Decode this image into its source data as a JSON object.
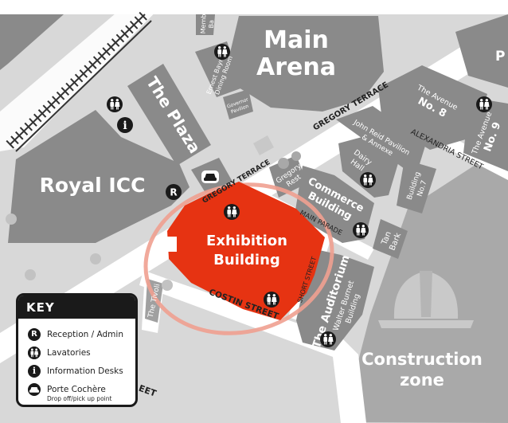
{
  "map": {
    "main_arena": [
      "Main",
      "Arena"
    ],
    "royal_icc": "Royal ICC",
    "the_plaza": "The Plaza",
    "exhibition_building": [
      "Exhibition",
      "Building"
    ],
    "the_auditorium": "The Auditorium",
    "walter_burnet": [
      "Walter Burnet",
      "Building"
    ],
    "commerce_building": [
      "Commerce",
      "Building"
    ],
    "gregory_rest": [
      "Gregory",
      "Rest"
    ],
    "dairy_hall": [
      "Dairy",
      "Hall"
    ],
    "tan_bark": [
      "Tan",
      "Bark"
    ],
    "building_no7": [
      "Building",
      "No.7"
    ],
    "avenue_no8": [
      "The Avenue",
      "No. 8"
    ],
    "avenue_no9": [
      "The Avenue",
      "No. 9"
    ],
    "john_reid": [
      "John Reid Pavilion",
      "& Annexe"
    ],
    "ernest_baynes": [
      "Ernest Baynes",
      "Dining Room"
    ],
    "governor_pavilion": [
      "Governor",
      "Pavilion"
    ],
    "members_bar": [
      "Memb",
      "Ba"
    ],
    "construction_zone": [
      "Construction",
      "zone"
    ],
    "the_tivoli": "The Tivoli",
    "gregory_terrace_top": "GREGORY TERRACE",
    "gregory_terrace_mid": "GREGORY TERRACE",
    "alexandria_street": "ALEXANDRIA STREET",
    "main_parade": "MAIN PARADE",
    "costin_street": "COSTIN STREET",
    "short_street": "SHORT STREET",
    "street_fragment": "EET",
    "p_fragment": "P",
    "reception_marker": "R",
    "info_marker": "i"
  },
  "key": {
    "title": "KEY",
    "items": [
      {
        "icon": "R",
        "label": "Reception / Admin"
      },
      {
        "icon": "toilet",
        "label": "Lavatories"
      },
      {
        "icon": "i",
        "label": "Information Desks"
      },
      {
        "icon": "car",
        "label": "Porte Cochère",
        "sub": "Drop off/pick up point"
      }
    ]
  },
  "colors": {
    "background": "#d8d8d8",
    "building": "#8a8a8a",
    "building_dark": "#6f6f6f",
    "road": "#ffffff",
    "highlight": "#e63312",
    "ring": "#f0a090",
    "railway": "#333333",
    "construction": "#a9a9a9"
  }
}
